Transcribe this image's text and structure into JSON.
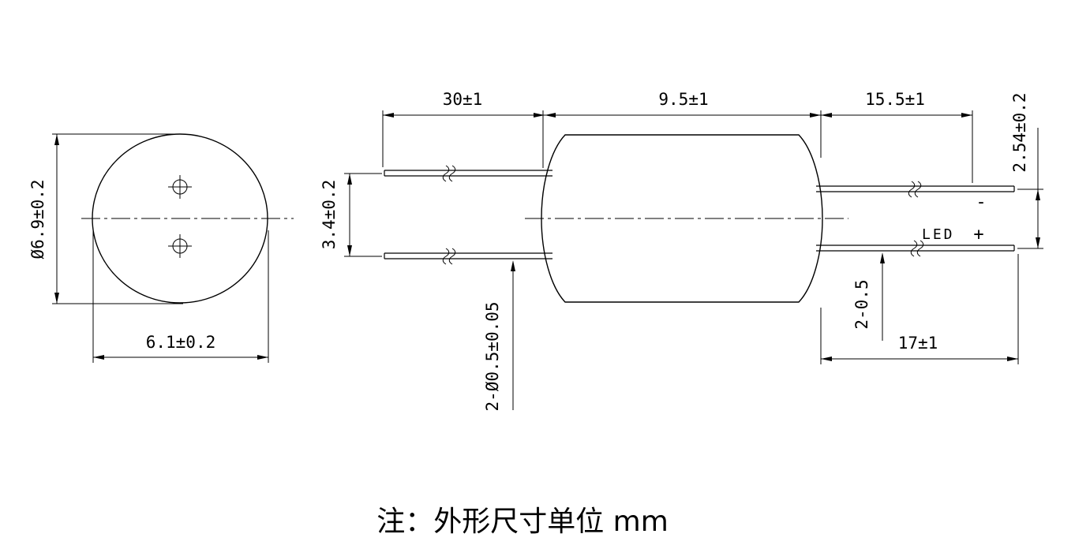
{
  "colors": {
    "line": "#000000",
    "background": "#ffffff"
  },
  "note": "注：外形尺寸单位 mm",
  "front_view": {
    "diameter": "Ø6.9±0.2",
    "width": "6.1±0.2"
  },
  "side_view": {
    "left_lead_length": "30±1",
    "body_length": "9.5±1",
    "right_lead_length": "15.5±1",
    "right_lead_pitch": "2.54±0.2",
    "left_lead_pitch": "3.4±0.2",
    "lead_diameter": "2-Ø0.5±0.05",
    "right_lead_note": "2-0.5",
    "overall_right": "17±1",
    "led_label": "LED",
    "polarity_plus": "+",
    "polarity_minus": "-"
  }
}
